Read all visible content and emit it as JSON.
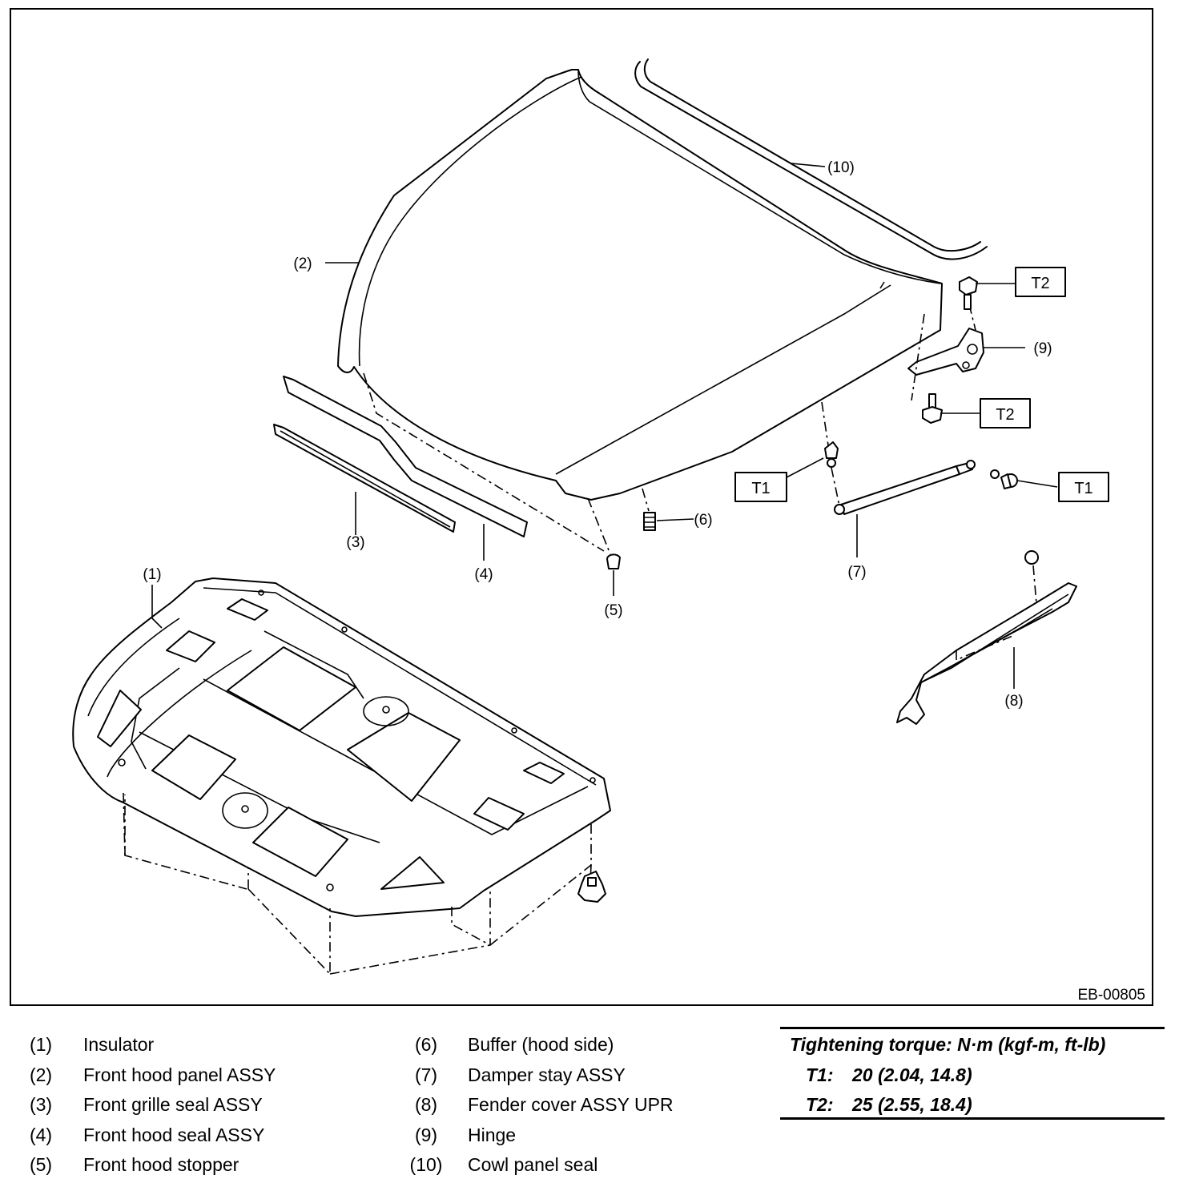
{
  "figure": {
    "code": "EB-00805",
    "callouts": {
      "c1": "(1)",
      "c2": "(2)",
      "c3": "(3)",
      "c4": "(4)",
      "c5": "(5)",
      "c6": "(6)",
      "c7": "(7)",
      "c8": "(8)",
      "c9": "(9)",
      "c10": "(10)"
    },
    "torque_tags": {
      "t1": "T1",
      "t2": "T2"
    }
  },
  "legend": {
    "left": [
      {
        "num": "(1)",
        "name": "Insulator"
      },
      {
        "num": "(2)",
        "name": "Front hood panel ASSY"
      },
      {
        "num": "(3)",
        "name": "Front grille seal ASSY"
      },
      {
        "num": "(4)",
        "name": "Front hood seal ASSY"
      },
      {
        "num": "(5)",
        "name": "Front hood stopper"
      }
    ],
    "right": [
      {
        "num": "(6)",
        "name": "Buffer (hood side)"
      },
      {
        "num": "(7)",
        "name": "Damper stay ASSY"
      },
      {
        "num": "(8)",
        "name": "Fender cover ASSY UPR"
      },
      {
        "num": "(9)",
        "name": "Hinge"
      },
      {
        "num": "(10)",
        "name": "Cowl panel seal"
      }
    ]
  },
  "torque": {
    "title": "Tightening torque: N·m (kgf-m, ft-lb)",
    "rows": [
      {
        "key": "T1:",
        "value": "20 (2.04, 14.8)"
      },
      {
        "key": "T2:",
        "value": "25 (2.55, 18.4)"
      }
    ]
  }
}
